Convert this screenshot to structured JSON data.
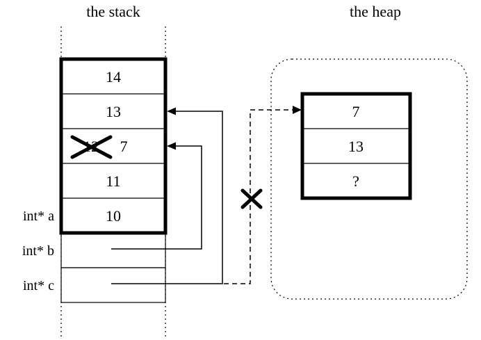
{
  "stack": {
    "title": "the stack",
    "cells": [
      "14",
      "13",
      "12",
      "11",
      "10"
    ],
    "overwritten_value": "7"
  },
  "heap": {
    "title": "the heap",
    "cells": [
      "7",
      "13",
      "?"
    ]
  },
  "labels": {
    "a": "int* a",
    "b": "int* b",
    "c": "int* c"
  },
  "colors": {
    "ink": "#000000",
    "background": "#ffffff"
  }
}
